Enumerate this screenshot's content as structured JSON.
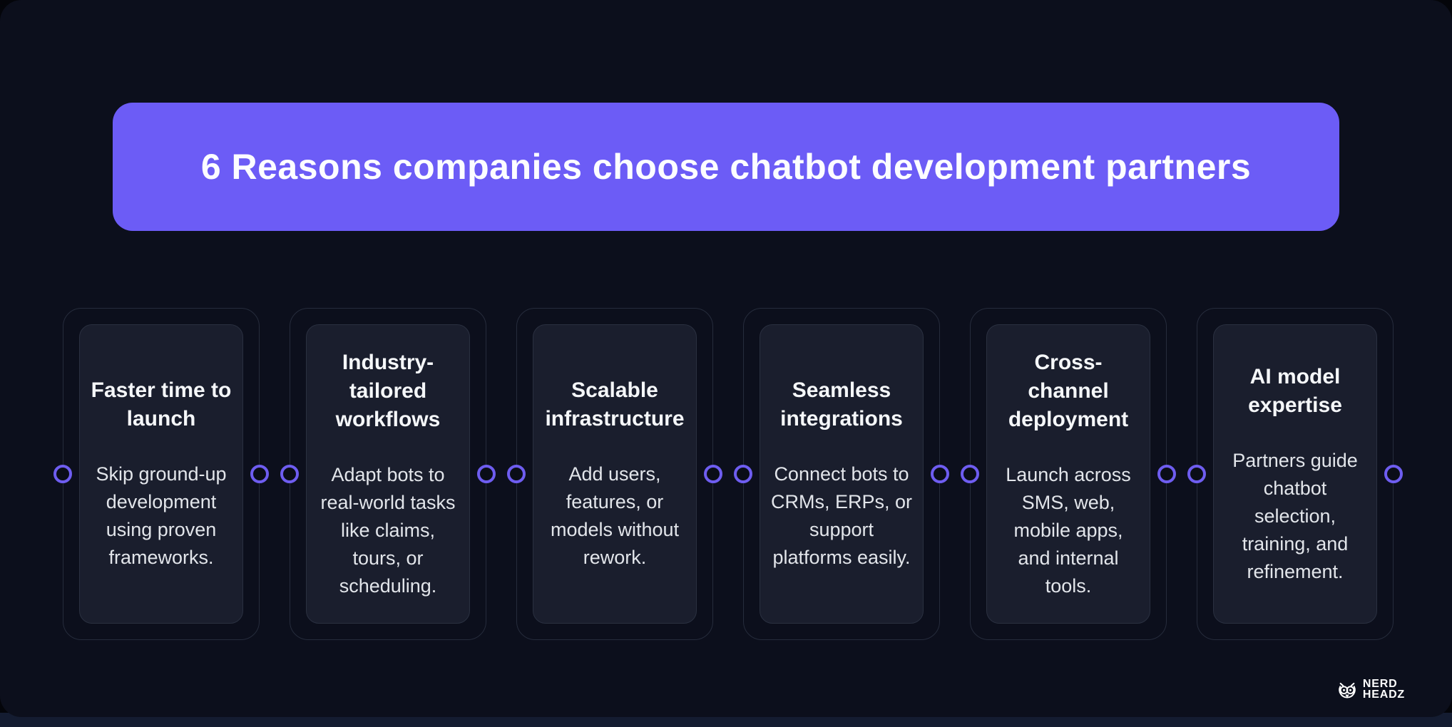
{
  "banner": {
    "title": "6 Reasons companies choose chatbot development partners"
  },
  "cards": [
    {
      "title": "Faster time to launch",
      "body": "Skip ground-up development using proven frameworks."
    },
    {
      "title": "Industry-tailored workflows",
      "body": "Adapt bots to real-world tasks like claims, tours, or scheduling."
    },
    {
      "title": "Scalable infrastructure",
      "body": "Add users, features, or models without rework."
    },
    {
      "title": "Seamless integrations",
      "body": "Connect bots to CRMs, ERPs, or support platforms easily."
    },
    {
      "title": "Cross-channel deployment",
      "body": "Launch across SMS, web, mobile apps, and internal tools."
    },
    {
      "title": "AI model expertise",
      "body": "Partners guide chatbot selection, training, and refinement."
    }
  ],
  "logo": {
    "icon": "owl-icon",
    "line1": "NERD",
    "line2": "HEADZ"
  },
  "colors": {
    "accent": "#6c5cf6",
    "connector_ring": "#6e5df0",
    "panel_bg": "#0c0f1c",
    "card_bg": "#1a1e2d",
    "title_text": "#f5f7f9",
    "body_text": "#e2e5ea",
    "banner_text": "#fcfdff"
  }
}
